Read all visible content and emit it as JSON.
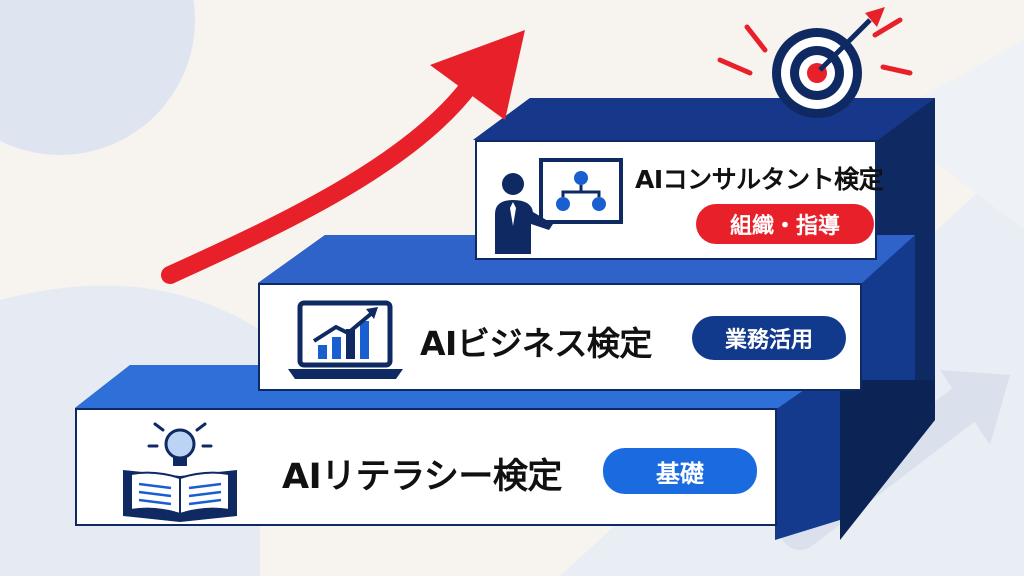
{
  "steps": [
    {
      "title": "AIリテラシー検定",
      "badge": "基礎",
      "badge_color": "#1a6ae0",
      "icon": "open-book-lightbulb-icon"
    },
    {
      "title": "AIビジネス検定",
      "badge": "業務活用",
      "badge_color": "#123a8c",
      "icon": "laptop-growth-chart-icon"
    },
    {
      "title": "AIコンサルタント検定",
      "badge": "組織・指導",
      "badge_color": "#e8202a",
      "icon": "presenter-org-chart-icon"
    }
  ],
  "decorations": {
    "arrow_icon": "rising-arrow-icon",
    "target_icon": "target-bullseye-icon",
    "arrow_color": "#e8202a"
  }
}
